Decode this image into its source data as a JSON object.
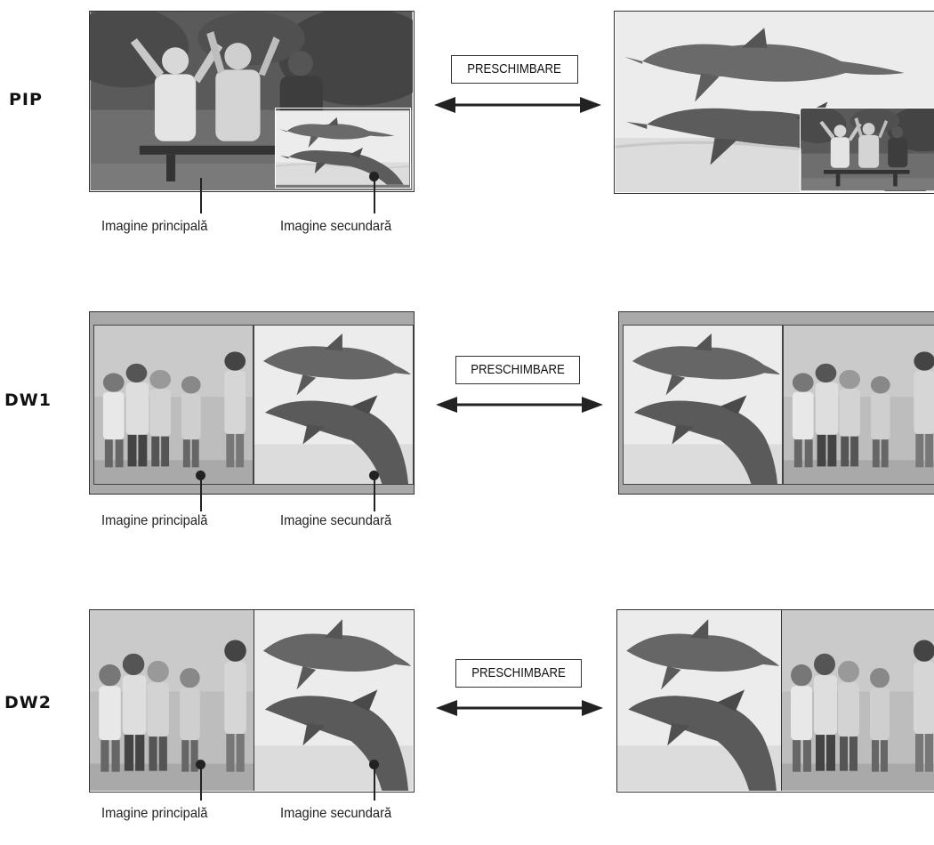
{
  "sections": [
    {
      "mode": "PIP",
      "swap_label": "PRESCHIMBARE",
      "main_caption": "Imagine principală",
      "sub_caption": "Imagine secundară"
    },
    {
      "mode": "DW1",
      "swap_label": "PRESCHIMBARE",
      "main_caption": "Imagine principală",
      "sub_caption": "Imagine secundară"
    },
    {
      "mode": "DW2",
      "swap_label": "PRESCHIMBARE",
      "main_caption": "Imagine principală",
      "sub_caption": "Imagine secundară"
    }
  ],
  "arrow_icon": "double-headed-arrow-icon",
  "colors": {
    "ink": "#222222",
    "bar_gray": "#a9a9a9"
  }
}
